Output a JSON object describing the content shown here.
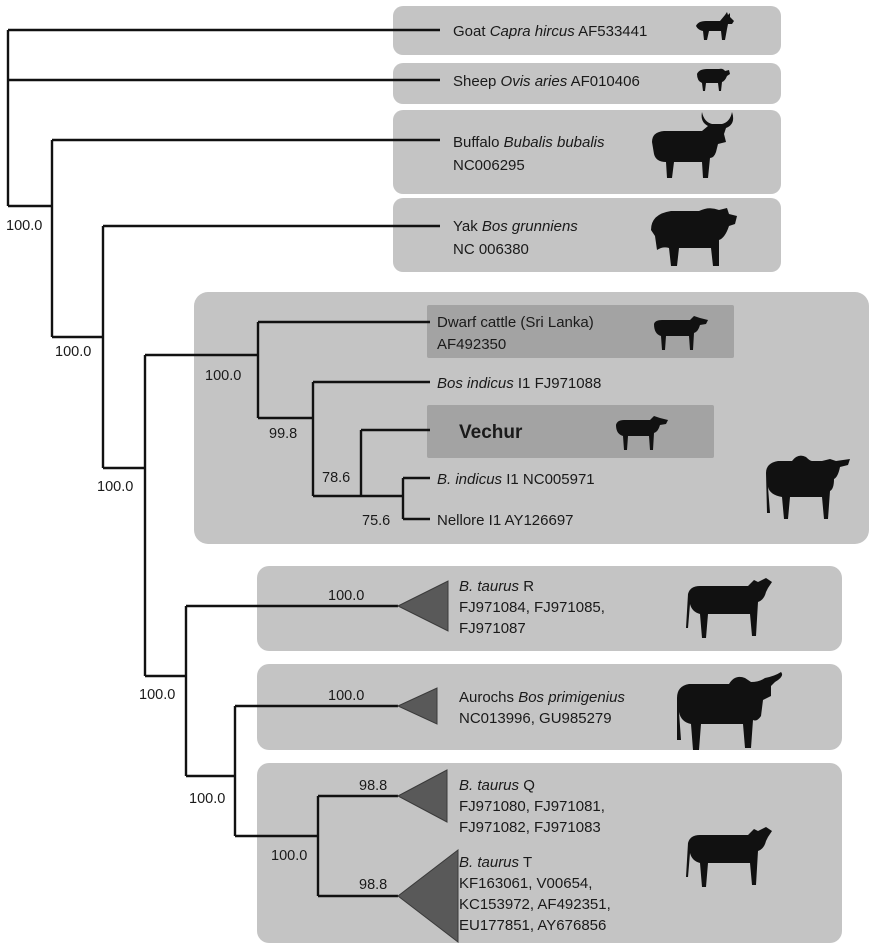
{
  "tree": {
    "taxa": {
      "goat": {
        "common": "Goat",
        "sci": "Capra hircus",
        "acc": "AF533441"
      },
      "sheep": {
        "common": "Sheep",
        "sci": "Ovis aries",
        "acc": "AF010406"
      },
      "buffalo": {
        "common": "Buffalo",
        "sci": "Bubalis bubalis",
        "acc": "NC006295"
      },
      "yak": {
        "common": "Yak",
        "sci": "Bos grunniens",
        "acc": "NC 006380"
      },
      "dwarf": {
        "name": "Dwarf cattle (Sri Lanka)",
        "acc": "AF492350"
      },
      "bosindicus": {
        "sci": "Bos indicus",
        "hap": "I1",
        "acc": "FJ971088"
      },
      "vechur": {
        "name": "Vechur"
      },
      "bindicus": {
        "sci": "B. indicus",
        "hap": "I1",
        "acc": "NC005971"
      },
      "nellore": {
        "name": "Nellore I1",
        "acc": "AY126697"
      },
      "taurusR": {
        "sci": "B. taurus",
        "hap": "R",
        "acc1": "FJ971084, FJ971085,",
        "acc2": "FJ971087"
      },
      "aurochs": {
        "common": "Aurochs",
        "sci": "Bos primigenius",
        "acc": "NC013996, GU985279"
      },
      "taurusQ": {
        "sci": "B. taurus",
        "hap": "Q",
        "acc1": "FJ971080, FJ971081,",
        "acc2": "FJ971082, FJ971083"
      },
      "taurusT": {
        "sci": "B. taurus",
        "hap": "T",
        "acc1": "KF163061, V00654,",
        "acc2": "KC153972, AF492351,",
        "acc3": "EU177851, AY676856"
      }
    },
    "bootstrap": {
      "root": "100.0",
      "bovini": "100.0",
      "bos": "100.0",
      "indicus": "100.0",
      "indicus_inner": "99.8",
      "vechur_clade": "78.6",
      "nellore_clade": "75.6",
      "taurus_aurochs": "100.0",
      "taurusR": "100.0",
      "aurochs_q_t": "100.0",
      "aurochs": "100.0",
      "q_t": "100.0",
      "taurusQ": "98.8",
      "taurusT": "98.8"
    },
    "icons": [
      "goat-silhouette-icon",
      "sheep-silhouette-icon",
      "buffalo-silhouette-icon",
      "yak-silhouette-icon",
      "dwarf-cattle-silhouette-icon",
      "vechur-cow-silhouette-icon",
      "zebu-silhouette-icon",
      "taurine-cow-silhouette-icon",
      "aurochs-silhouette-icon"
    ],
    "colors": {
      "box": "#c4c4c4",
      "highlight_box": "#a3a3a3",
      "collapsed_clade": "#595959",
      "branch": "#111111"
    }
  }
}
